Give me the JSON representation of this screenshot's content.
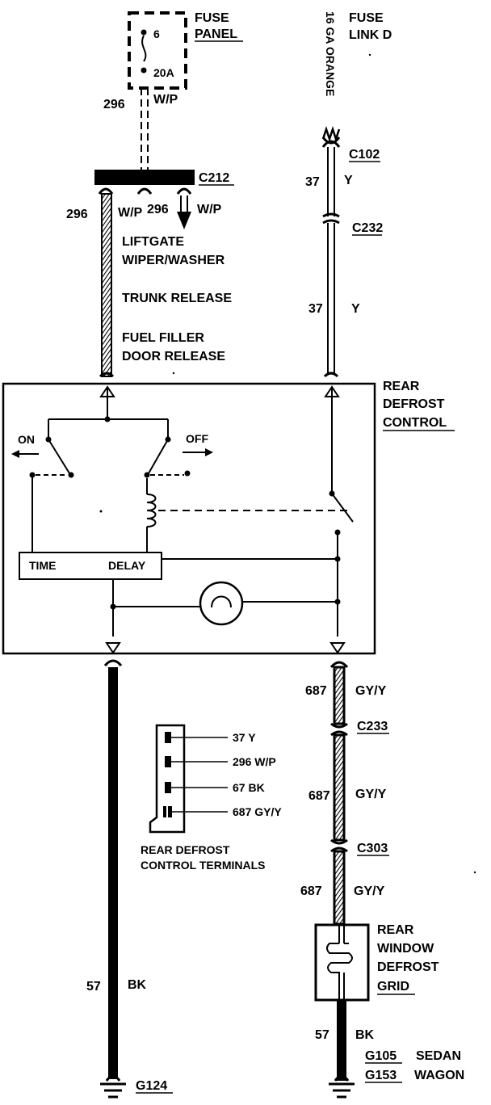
{
  "fuse_panel": {
    "title_line1": "FUSE",
    "title_line2": "PANEL",
    "fuse_number": "6",
    "fuse_rating": "20A"
  },
  "fuse_link": {
    "title_line1": "FUSE",
    "title_line2": "LINK D",
    "wire_label": "16 GA ORANGE"
  },
  "left_feed": {
    "circuit": "296",
    "color": "W/P"
  },
  "connector_c212": {
    "name": "C212",
    "left_circuit": "296",
    "left_color": "W/P",
    "right_circuit": "296",
    "right_color": "W/P"
  },
  "branch_destinations": {
    "line1": "LIFTGATE",
    "line2": "WIPER/WASHER",
    "line3": "TRUNK RELEASE",
    "line4": "FUEL FILLER",
    "line5": "DOOR RELEASE"
  },
  "right_feed": {
    "connector_top": "C102",
    "wire1_circuit": "37",
    "wire1_color": "Y",
    "connector_mid": "C232",
    "wire2_circuit": "37",
    "wire2_color": "Y"
  },
  "control": {
    "title_line1": "REAR",
    "title_line2": "DEFROST",
    "title_line3": "CONTROL",
    "on_label": "ON",
    "off_label": "OFF",
    "time_label": "TIME",
    "delay_label": "DELAY"
  },
  "output_wiring": {
    "w1_circuit": "687",
    "w1_color": "GY/Y",
    "connector_a": "C233",
    "w2_circuit": "687",
    "w2_color": "GY/Y",
    "connector_b": "C303",
    "w3_circuit": "687",
    "w3_color": "GY/Y"
  },
  "grid": {
    "title_line1": "REAR",
    "title_line2": "WINDOW",
    "title_line3": "DEFROST",
    "title_line4": "GRID",
    "ground_circuit": "57",
    "ground_color": "BK",
    "ground_a": "G105",
    "ground_a_note": "SEDAN",
    "ground_b": "G153",
    "ground_b_note": "WAGON"
  },
  "left_ground": {
    "circuit": "57",
    "color": "BK",
    "ground": "G124"
  },
  "terminals": {
    "rows": [
      {
        "label": "37 Y"
      },
      {
        "label": "296 W/P"
      },
      {
        "label": "67 BK"
      },
      {
        "label": "687 GY/Y"
      }
    ],
    "caption_line1": "REAR DEFROST",
    "caption_line2": "CONTROL TERMINALS"
  }
}
